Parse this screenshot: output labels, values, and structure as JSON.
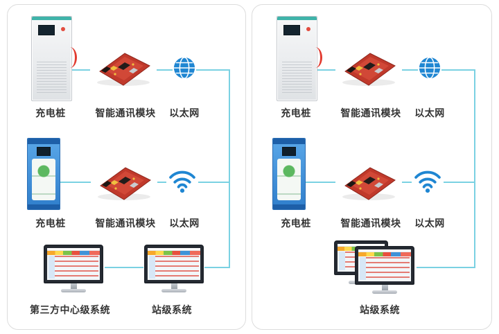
{
  "style": {
    "wire_color": "#7ad1e2",
    "globe_color": "#1f86d2",
    "wifi_color": "#1f86d2",
    "board_color": "#c0392b",
    "cabinet_blue": "#2f7ecb",
    "panel_border": "#dcdcdc"
  },
  "icons": {
    "row1_network": "globe-icon",
    "row2_network": "wifi-icon"
  },
  "panels": {
    "left": {
      "rows": {
        "row1": {
          "cabinet": "充电桩",
          "module": "智能通讯模块",
          "network": "以太网"
        },
        "row2": {
          "cabinet": "充电桩",
          "module": "智能通讯模块",
          "network": "以太网"
        }
      },
      "systems": [
        {
          "label": "第三方中心级系统"
        },
        {
          "label": "站级系统"
        }
      ]
    },
    "right": {
      "rows": {
        "row1": {
          "cabinet": "充电桩",
          "module": "智能通讯模块",
          "network": "以太网"
        },
        "row2": {
          "cabinet": "充电桩",
          "module": "智能通讯模块",
          "network": "以太网"
        }
      },
      "systems": [
        {
          "label": "站级系统"
        }
      ]
    }
  }
}
